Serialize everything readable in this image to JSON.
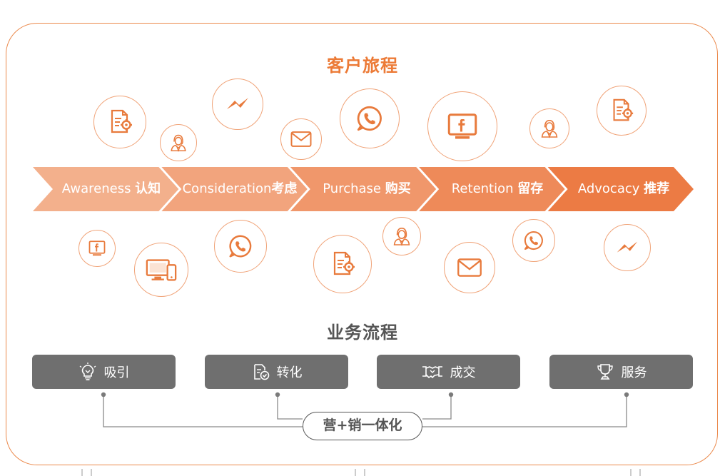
{
  "journey": {
    "title": "客户旅程",
    "stages": [
      {
        "en": "Awareness",
        "zh": "认知",
        "color": "#f3b08c"
      },
      {
        "en": "Consideration",
        "zh": "考虑",
        "color": "#f2a47d"
      },
      {
        "en": "Purchase",
        "zh": "购买",
        "color": "#f0976b"
      },
      {
        "en": "Retention",
        "zh": "留存",
        "color": "#ee8a59"
      },
      {
        "en": "Advocacy",
        "zh": "推荐",
        "color": "#ec7b44"
      }
    ],
    "icons_top": [
      "document-gear-icon",
      "agent-icon",
      "messenger-icon",
      "mail-icon",
      "whatsapp-icon",
      "facebook-monitor-icon",
      "agent-icon",
      "document-gear-icon"
    ],
    "icons_bottom": [
      "facebook-icon",
      "desktop-mobile-icon",
      "whatsapp-icon",
      "document-gear-icon",
      "agent-icon",
      "mail-icon",
      "whatsapp-icon",
      "messenger-icon"
    ]
  },
  "process": {
    "title": "业务流程",
    "steps": [
      {
        "label": "吸引",
        "icon": "lightbulb-icon"
      },
      {
        "label": "转化",
        "icon": "document-check-icon"
      },
      {
        "label": "成交",
        "icon": "handshake-icon"
      },
      {
        "label": "服务",
        "icon": "trophy-icon"
      }
    ],
    "integration_label": "营+销一体化"
  },
  "colors": {
    "accent": "#ec7a36",
    "circle_border": "#f0a378",
    "button_bg": "#6f6f6f",
    "text_gray": "#555555"
  }
}
